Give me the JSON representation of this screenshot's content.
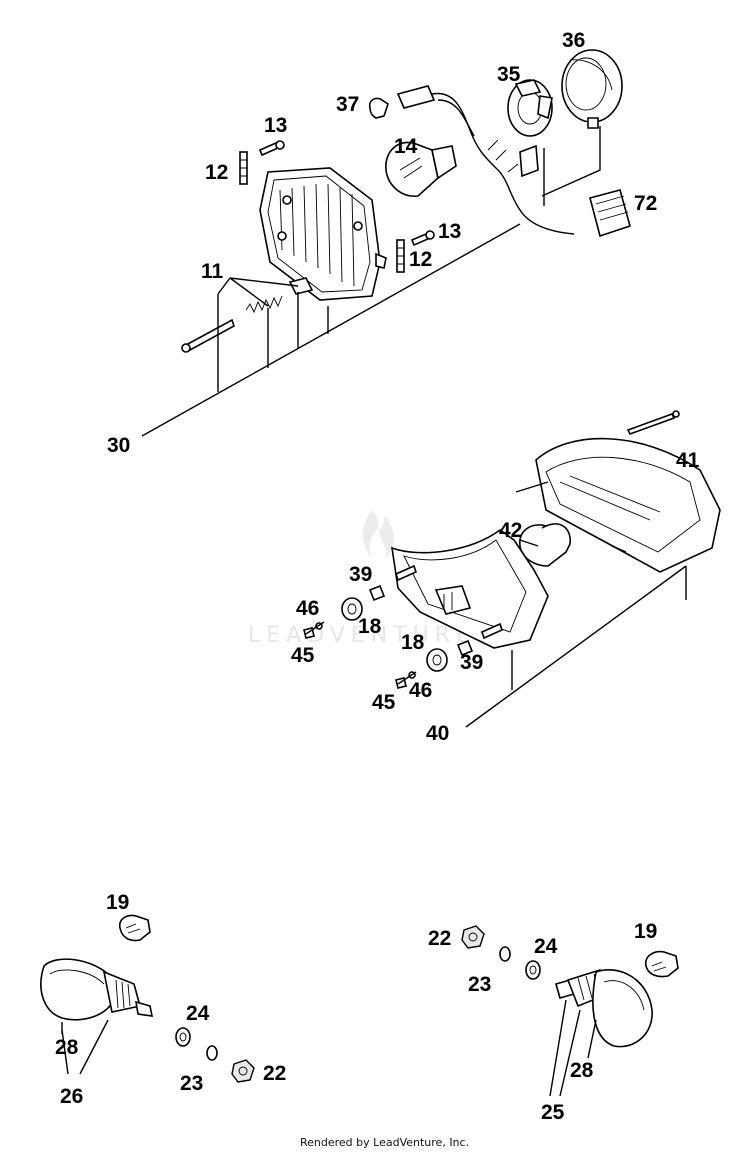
{
  "watermark": "LEADVENTURE",
  "footer": "Rendered by LeadVenture, Inc.",
  "labels": {
    "headlight": {
      "c30": "30",
      "c11": "11",
      "c12a": "12",
      "c12b": "12",
      "c13a": "13",
      "c13b": "13",
      "c14": "14",
      "c37": "37",
      "c35": "35",
      "c36": "36",
      "c72": "72"
    },
    "taillight": {
      "c41": "41",
      "c42": "42",
      "c39a": "39",
      "c39b": "39",
      "c18a": "18",
      "c18b": "18",
      "c46a": "46",
      "c46b": "46",
      "c45a": "45",
      "c45b": "45",
      "c40": "40"
    },
    "left_indicator": {
      "c19": "19",
      "c24": "24",
      "c28": "28",
      "c26": "26",
      "c23": "23",
      "c22": "22"
    },
    "right_indicator": {
      "c22": "22",
      "c23": "23",
      "c24": "24",
      "c19": "19",
      "c28": "28",
      "c25": "25"
    }
  }
}
